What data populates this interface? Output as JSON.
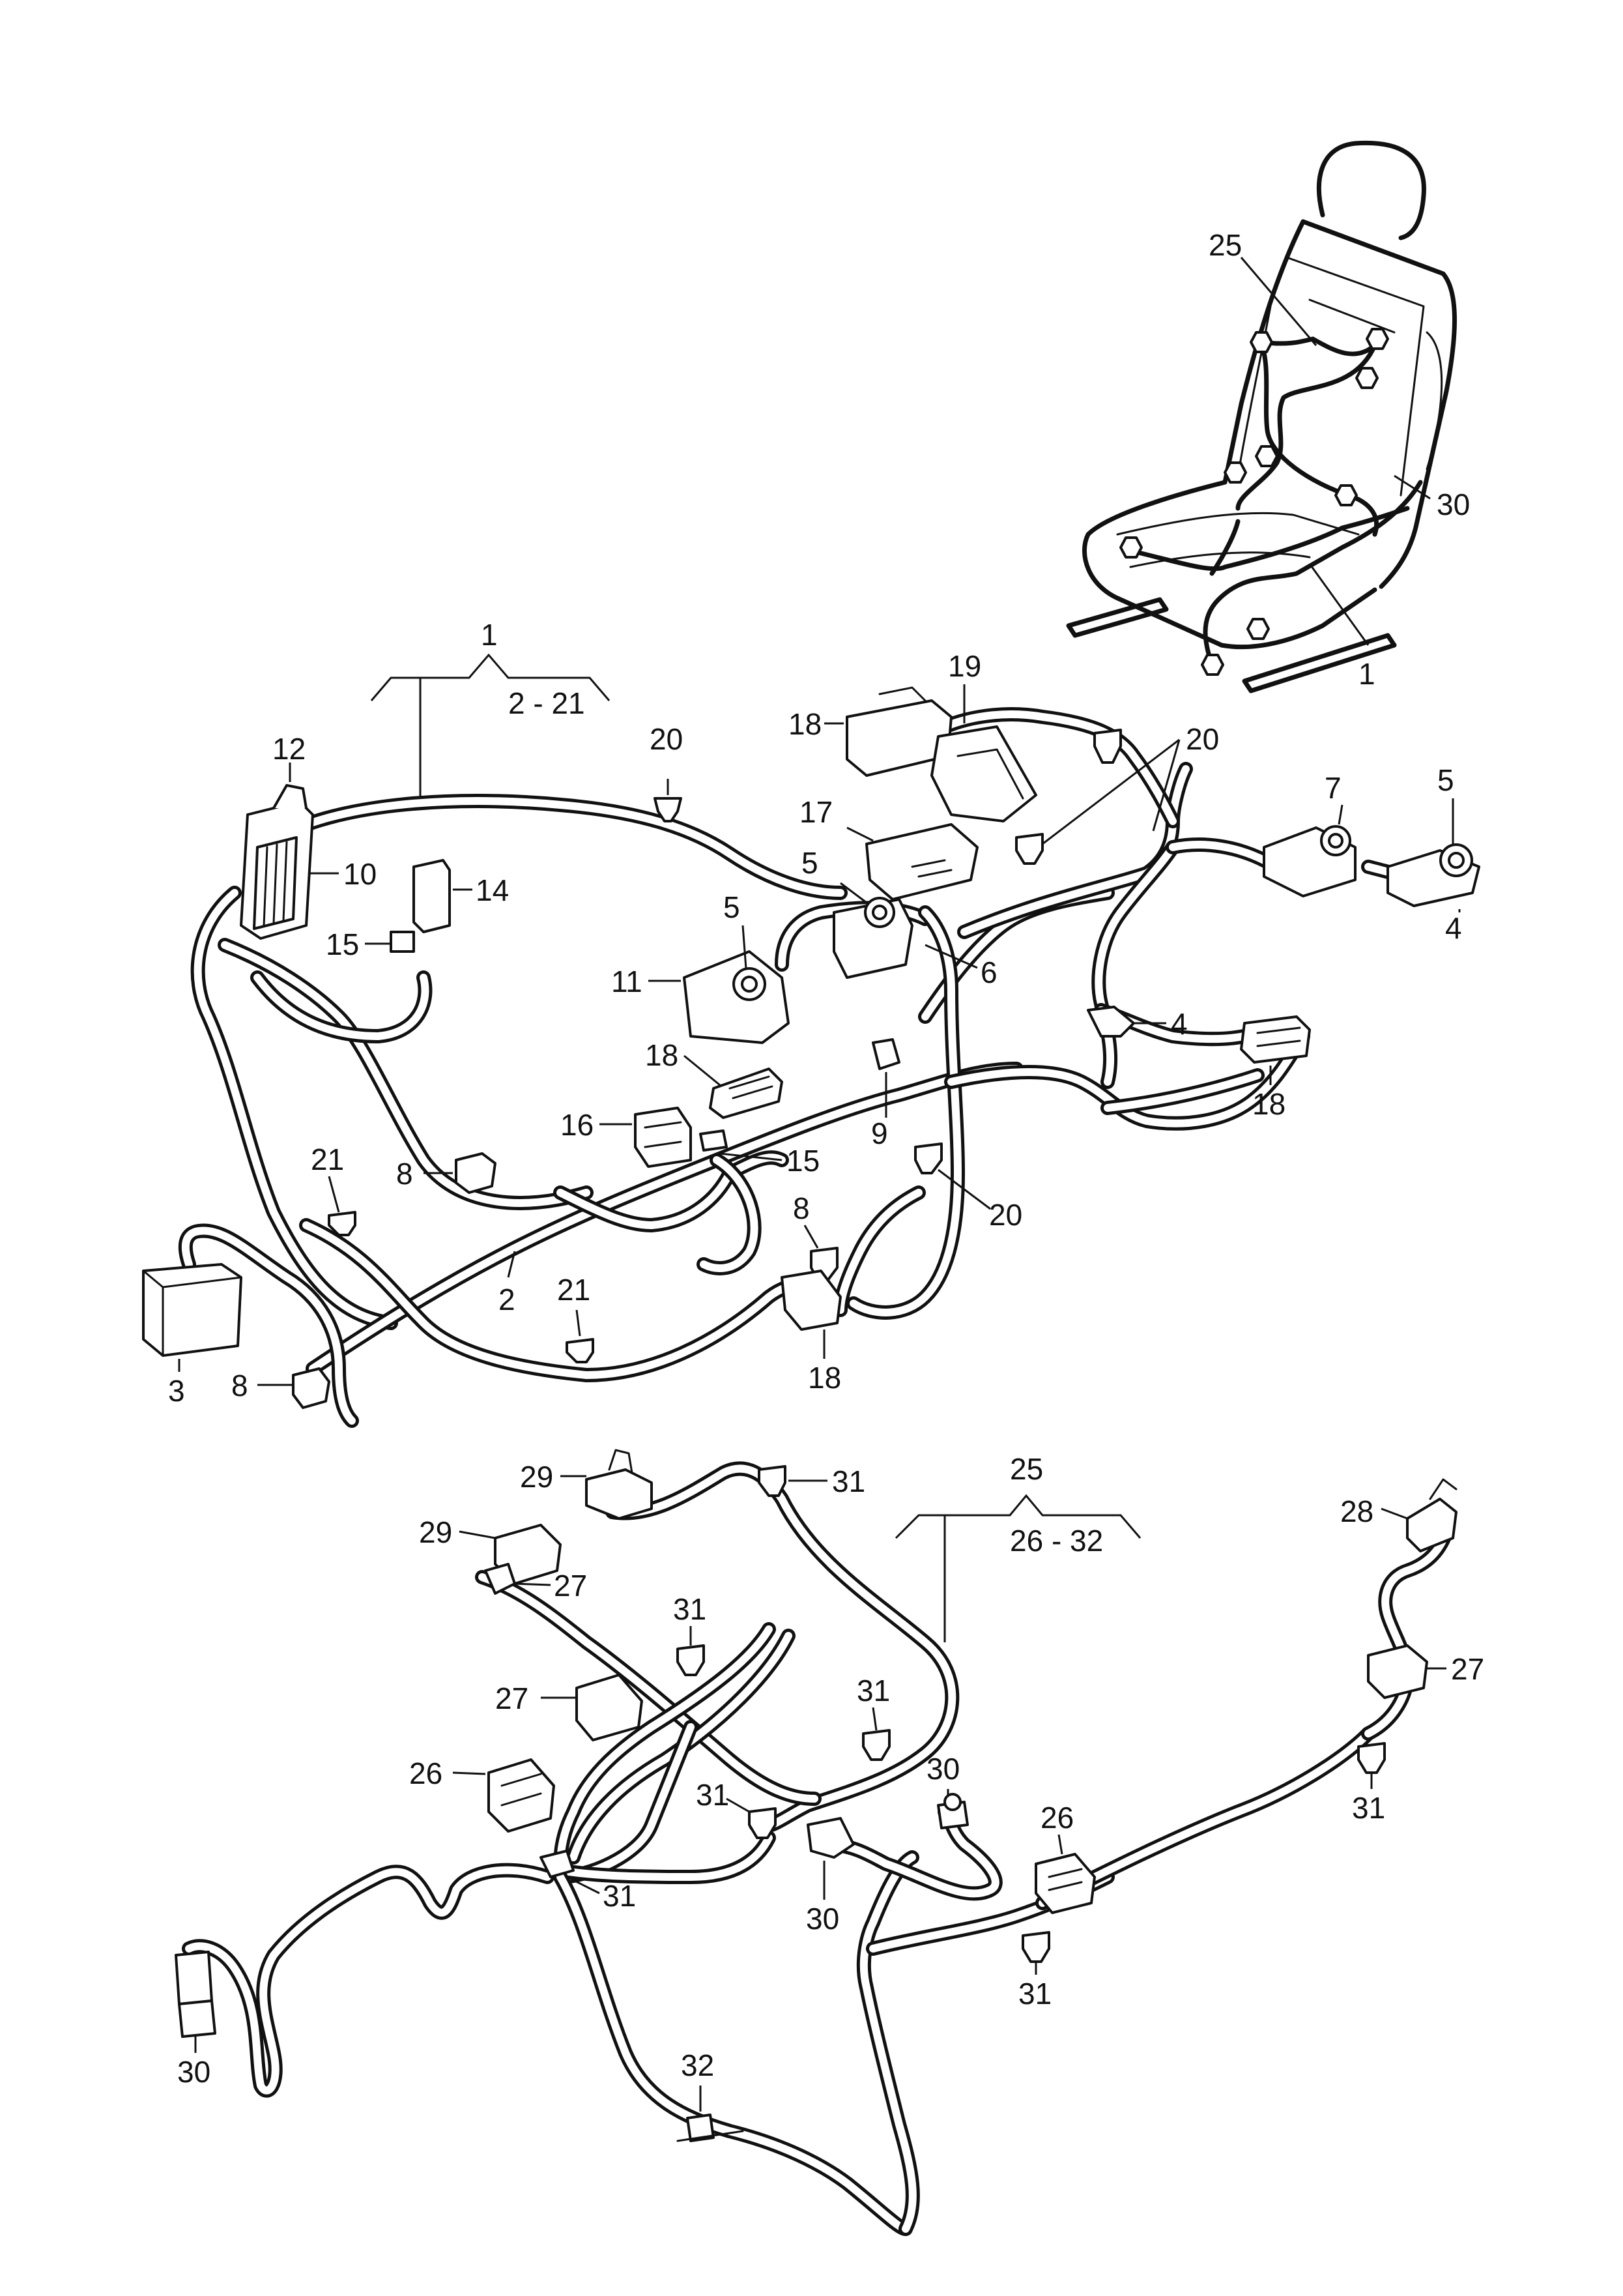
{
  "callouts": [
    {
      "key": "c1_group",
      "text": "1"
    },
    {
      "key": "c1_range",
      "text": "2 - 21"
    },
    {
      "key": "c12",
      "text": "12"
    },
    {
      "key": "c10",
      "text": "10"
    },
    {
      "key": "c14",
      "text": "14"
    },
    {
      "key": "c15a",
      "text": "15"
    },
    {
      "key": "c20a",
      "text": "20"
    },
    {
      "key": "c18a",
      "text": "18"
    },
    {
      "key": "c19",
      "text": "19"
    },
    {
      "key": "c17",
      "text": "17"
    },
    {
      "key": "c5a",
      "text": "5"
    },
    {
      "key": "c5b",
      "text": "5"
    },
    {
      "key": "c11",
      "text": "11"
    },
    {
      "key": "c6",
      "text": "6"
    },
    {
      "key": "c18b",
      "text": "18"
    },
    {
      "key": "c9",
      "text": "9"
    },
    {
      "key": "c16",
      "text": "16"
    },
    {
      "key": "c15b",
      "text": "15"
    },
    {
      "key": "c20b",
      "text": "20"
    },
    {
      "key": "c7",
      "text": "7"
    },
    {
      "key": "c5c",
      "text": "5"
    },
    {
      "key": "c4a",
      "text": "4"
    },
    {
      "key": "c4b",
      "text": "4"
    },
    {
      "key": "c18c",
      "text": "18"
    },
    {
      "key": "c20c",
      "text": "20"
    },
    {
      "key": "c21a",
      "text": "21"
    },
    {
      "key": "c8a",
      "text": "8"
    },
    {
      "key": "c8b",
      "text": "8"
    },
    {
      "key": "c2",
      "text": "2"
    },
    {
      "key": "c21b",
      "text": "21"
    },
    {
      "key": "c18d",
      "text": "18"
    },
    {
      "key": "c3",
      "text": "3"
    },
    {
      "key": "c8c",
      "text": "8"
    },
    {
      "key": "c25_seat",
      "text": "25"
    },
    {
      "key": "c30_seat",
      "text": "30"
    },
    {
      "key": "c1_seat",
      "text": "1"
    },
    {
      "key": "c25_group",
      "text": "25"
    },
    {
      "key": "c25_range",
      "text": "26 - 32"
    },
    {
      "key": "c29a",
      "text": "29"
    },
    {
      "key": "c31a",
      "text": "31"
    },
    {
      "key": "c29b",
      "text": "29"
    },
    {
      "key": "c27a",
      "text": "27"
    },
    {
      "key": "c31b",
      "text": "31"
    },
    {
      "key": "c27b",
      "text": "27"
    },
    {
      "key": "c31c",
      "text": "31"
    },
    {
      "key": "c26a",
      "text": "26"
    },
    {
      "key": "c31d",
      "text": "31"
    },
    {
      "key": "c30a",
      "text": "30"
    },
    {
      "key": "c31e",
      "text": "31"
    },
    {
      "key": "c30b",
      "text": "30"
    },
    {
      "key": "c26b",
      "text": "26"
    },
    {
      "key": "c30c",
      "text": "30"
    },
    {
      "key": "c32",
      "text": "32"
    },
    {
      "key": "c31f",
      "text": "31"
    },
    {
      "key": "c28",
      "text": "28"
    },
    {
      "key": "c27c",
      "text": "27"
    },
    {
      "key": "c31g",
      "text": "31"
    }
  ],
  "labels": {
    "c1_group": "1",
    "c1_range": "2 - 21",
    "c12": "12",
    "c10": "10",
    "c14": "14",
    "c15a": "15",
    "c20a": "20",
    "c18a": "18",
    "c19": "19",
    "c17": "17",
    "c5a": "5",
    "c5b": "5",
    "c11": "11",
    "c6": "6",
    "c18b": "18",
    "c9": "9",
    "c16": "16",
    "c15b": "15",
    "c20b": "20",
    "c7": "7",
    "c5c": "5",
    "c4a": "4",
    "c4b": "4",
    "c18c": "18",
    "c20c": "20",
    "c21a": "21",
    "c8a": "8",
    "c8b": "8",
    "c2": "2",
    "c21b": "21",
    "c18d": "18",
    "c3": "3",
    "c8c": "8",
    "c25_seat": "25",
    "c30_seat": "30",
    "c1_seat": "1",
    "c25_group": "25",
    "c25_range": "26 - 32",
    "c29a": "29",
    "c31a": "31",
    "c29b": "29",
    "c27a": "27",
    "c31b": "31",
    "c27b": "27",
    "c31c": "31",
    "c26a": "26",
    "c31d": "31",
    "c30a": "30",
    "c31e": "31",
    "c30b": "30",
    "c26b": "26",
    "c30c": "30",
    "c32": "32",
    "c31f": "31",
    "c28": "28",
    "c27c": "27",
    "c31g": "31"
  }
}
